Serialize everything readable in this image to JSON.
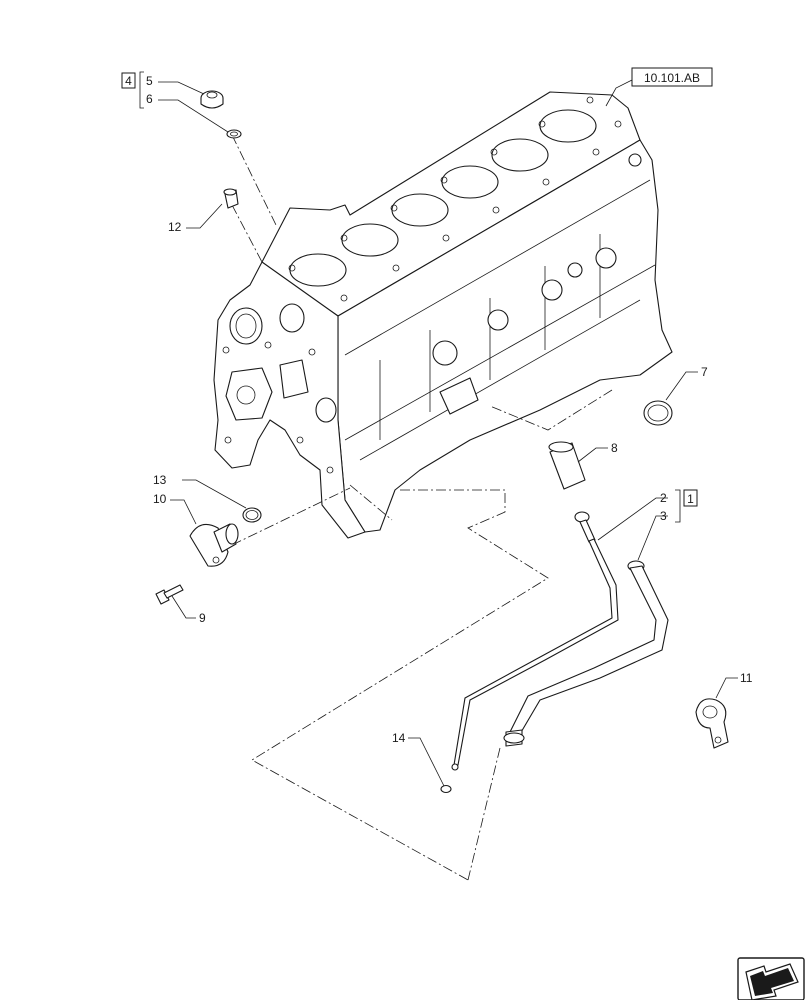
{
  "reference_tag": "10.101.AB",
  "group_labels": {
    "group_a": "4",
    "group_b": "1"
  },
  "callouts": {
    "c1": "5",
    "c2": "6",
    "c3": "12",
    "c4": "7",
    "c5": "8",
    "c6": "2",
    "c7": "3",
    "c8": "13",
    "c9": "10",
    "c10": "9",
    "c11": "11",
    "c12": "14"
  },
  "nav_icon": "next-page-arrow-icon"
}
